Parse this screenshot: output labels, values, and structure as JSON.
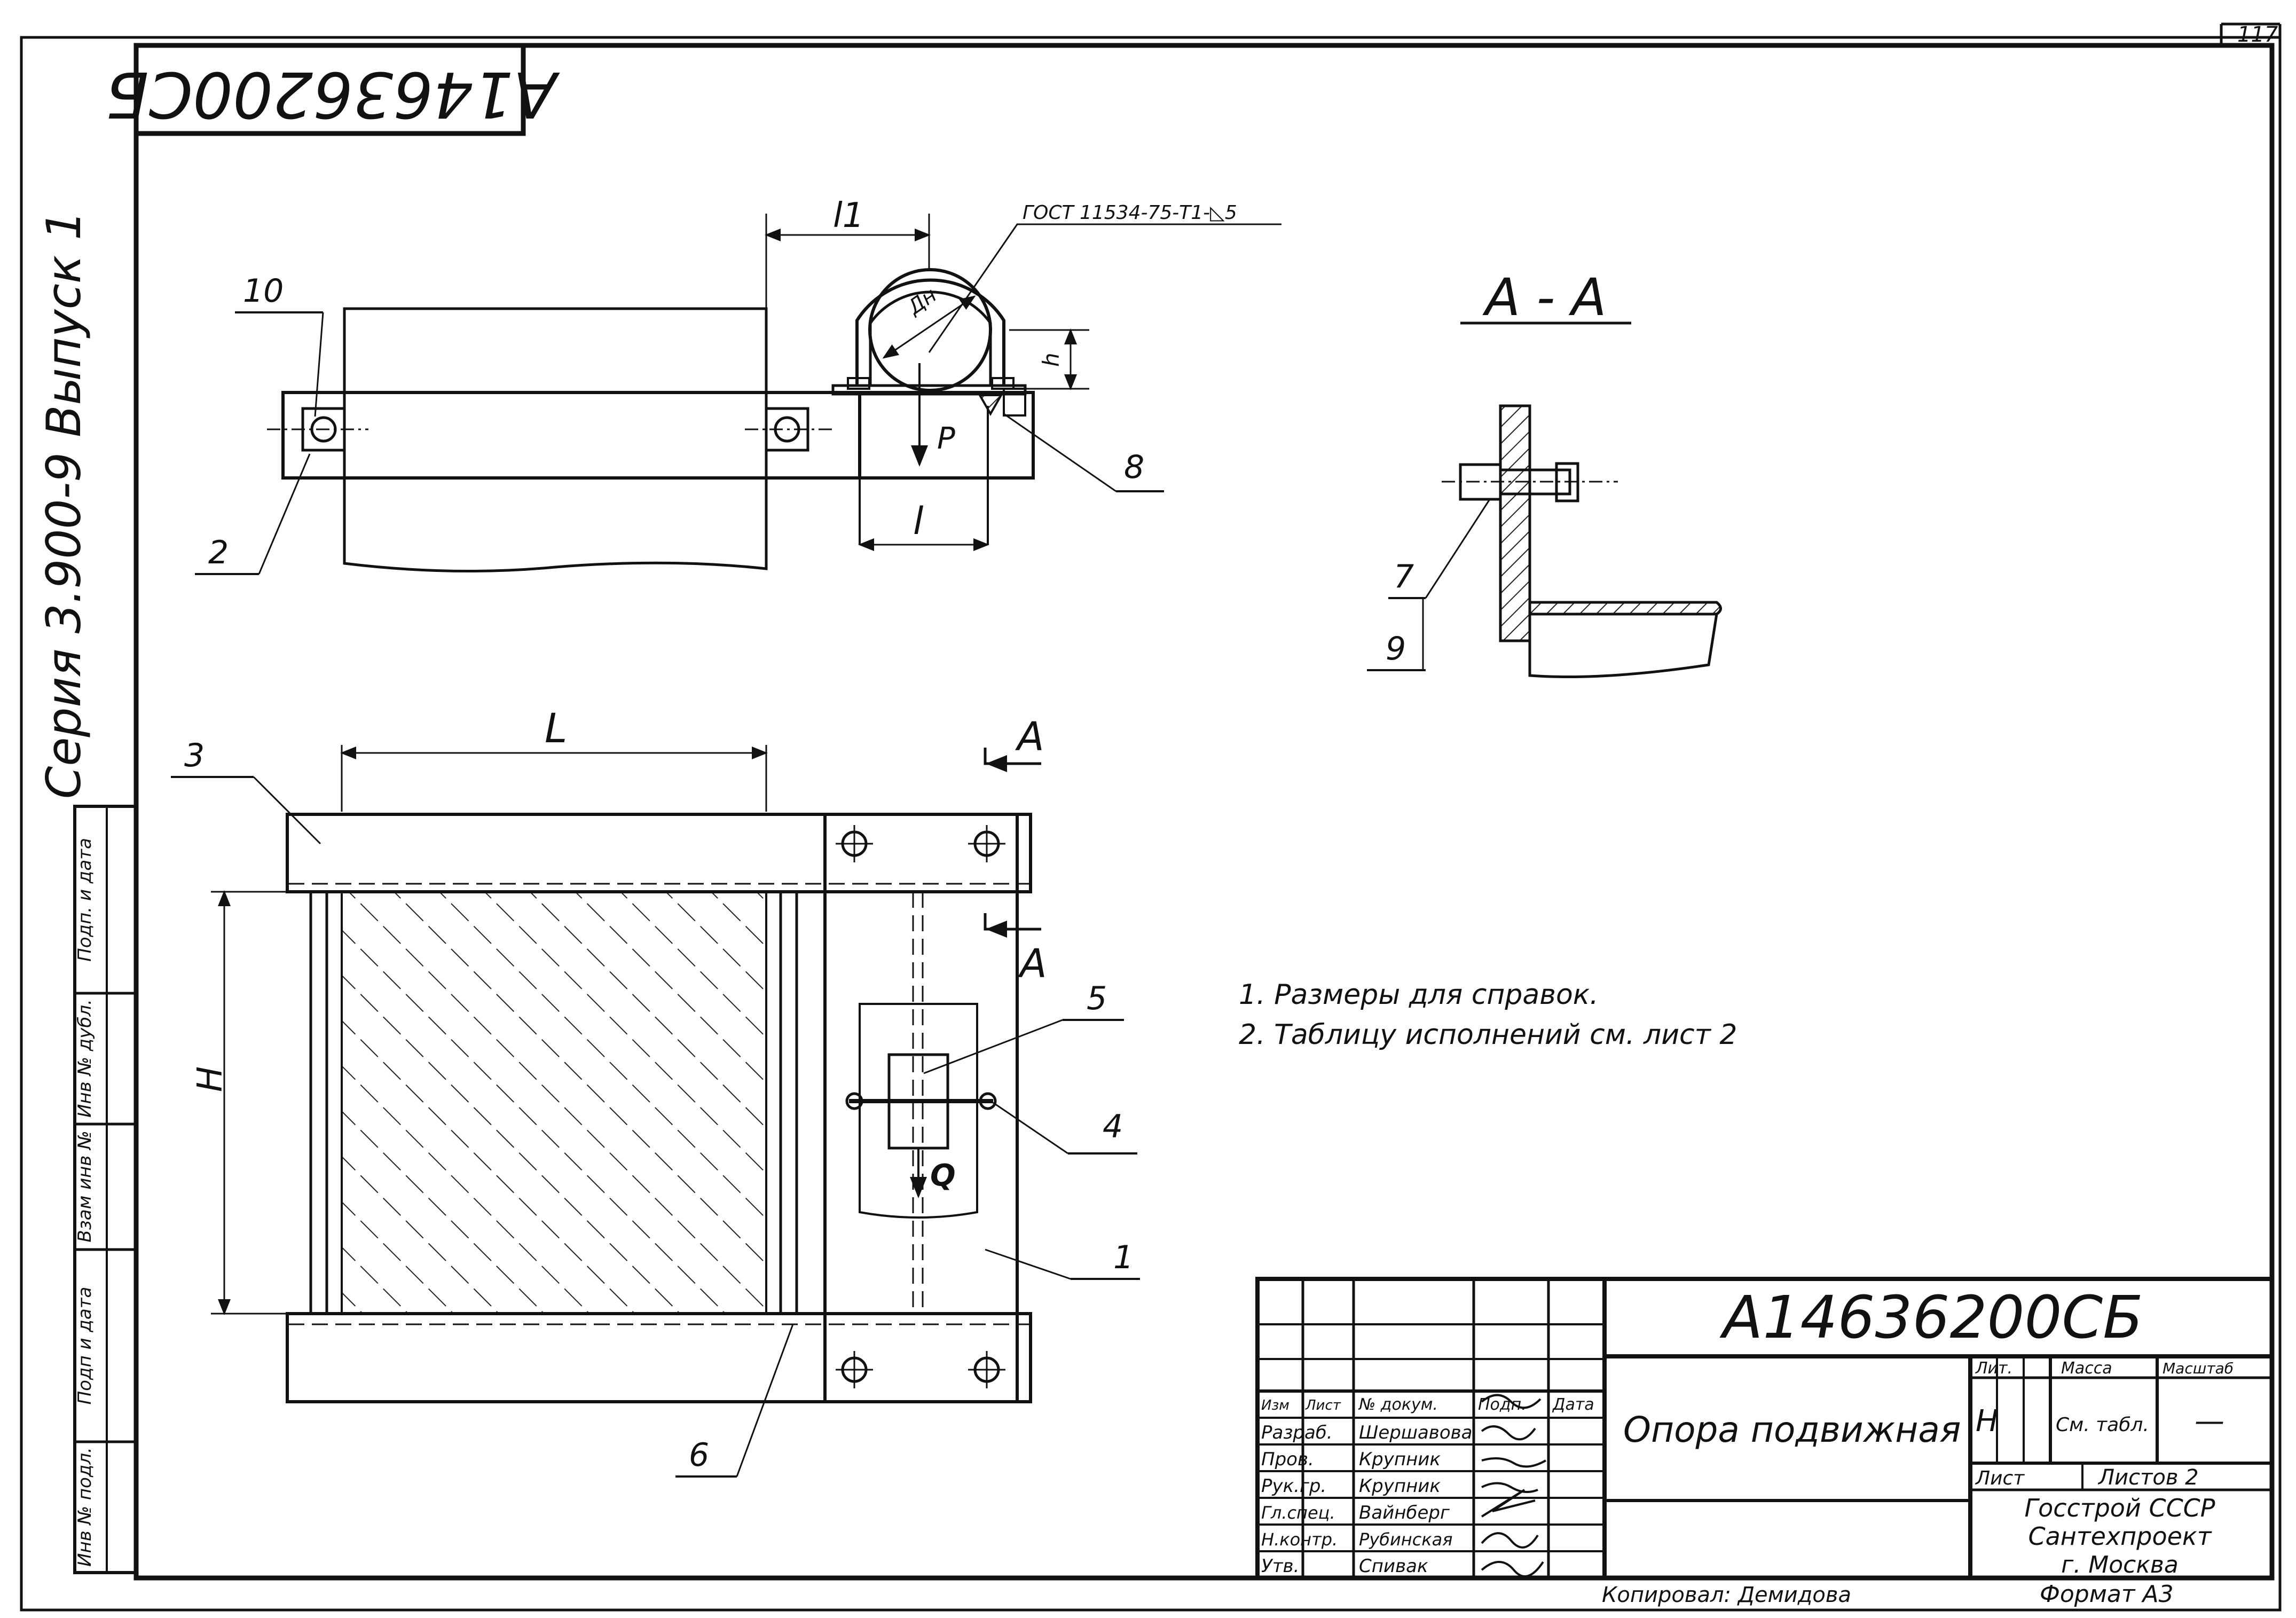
{
  "sheet": {
    "number": "117",
    "stamp_code": "А14636200СБ",
    "series": "Серия 3.900-9 Выпуск 1",
    "copied_by": "Копировал: Демидова",
    "format": "Формат А3"
  },
  "side_stamp": [
    "Инв № подл.",
    "Подп и дата",
    "Взам инв №",
    "Инв № дубл.",
    "Подп. и дата"
  ],
  "views": {
    "top": {
      "dim_l1": "l1",
      "dim_l": "l",
      "dim_h": "h",
      "dim_dn": "Дн",
      "force_p": "P",
      "weld_note": "ГОСТ 11534-75-Т1-◺5",
      "callouts": [
        "10",
        "2",
        "8"
      ]
    },
    "section": {
      "title": "А - А",
      "callouts": [
        "7",
        "9"
      ]
    },
    "front": {
      "dim_L": "L",
      "dim_H": "H",
      "force_q": "Q",
      "section_mark": "А",
      "callouts": [
        "3",
        "5",
        "4",
        "1",
        "6"
      ]
    }
  },
  "notes": [
    "1. Размеры для справок.",
    "2. Таблицу исполнений  см. лист 2"
  ],
  "title_block": {
    "designation": "А14636200СБ",
    "name": "Опора подвижная",
    "headers": [
      "Изм",
      "Лист",
      "№ докум.",
      "Подп.",
      "Дата"
    ],
    "roles": [
      {
        "role": "Разраб.",
        "person": "Шершавова"
      },
      {
        "role": "Пров.",
        "person": "Крупник"
      },
      {
        "role": "Рук.гр.",
        "person": "Крупник"
      },
      {
        "role": "Гл.спец.",
        "person": "Вайнберг"
      },
      {
        "role": "Н.контр.",
        "person": "Рубинская"
      },
      {
        "role": "Утв.",
        "person": "Спивак"
      }
    ],
    "lit_label": "Лит.",
    "lit_value": "Н",
    "mass_label": "Масса",
    "mass_value": "См. табл.",
    "scale_label": "Масштаб",
    "scale_value": "—",
    "sheet_label": "Лист",
    "sheets_label": "Листов 2",
    "org_lines": [
      "Госстрой СССР",
      "Сантехпроект",
      "г. Москва"
    ]
  }
}
